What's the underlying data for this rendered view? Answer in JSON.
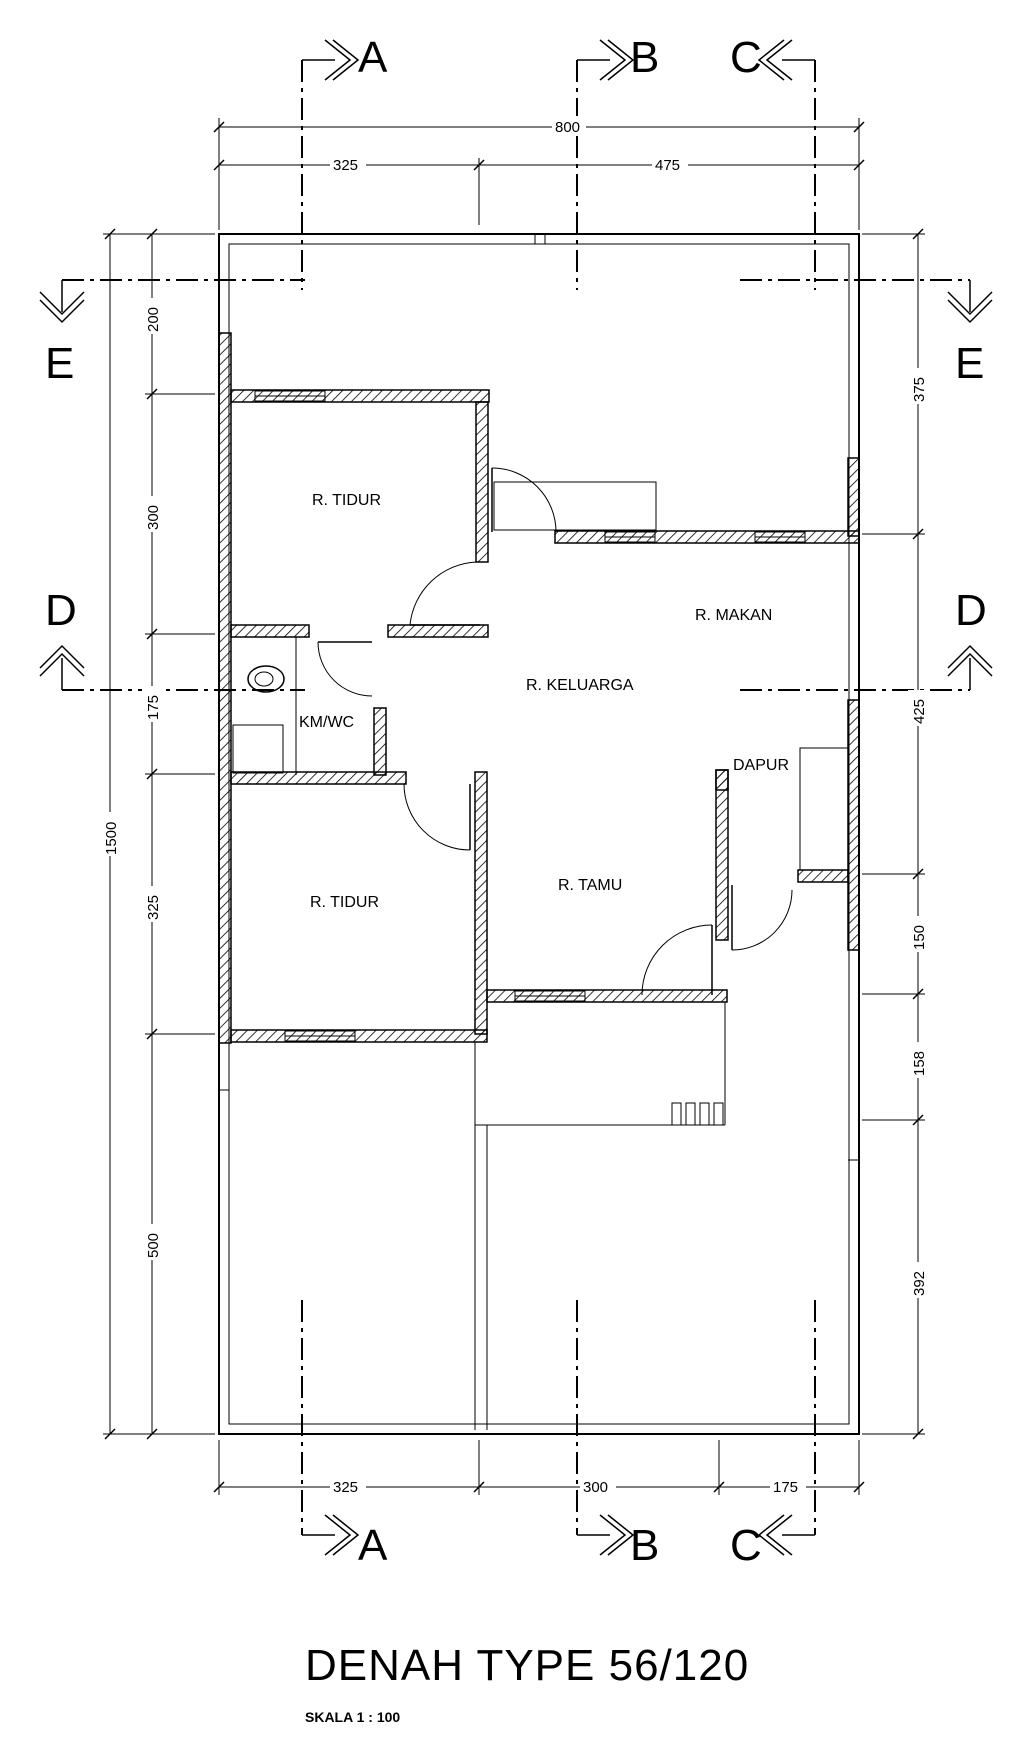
{
  "drawing": {
    "title": "DENAH TYPE 56/120",
    "scale": "SKALA 1 : 100"
  },
  "sections": {
    "A": "A",
    "B": "B",
    "C": "C",
    "D": "D",
    "E": "E"
  },
  "rooms": {
    "bedroom_top": "R. TIDUR",
    "bedroom_bottom": "R. TIDUR",
    "dining": "R. MAKAN",
    "family": "R. KELUARGA",
    "bathroom": "KM/WC",
    "kitchen": "DAPUR",
    "living": "R. TAMU"
  },
  "dimensions": {
    "top_total": "800",
    "top_left": "325",
    "top_right": "475",
    "bottom_left": "325",
    "bottom_mid": "300",
    "bottom_right": "175",
    "left_total": "1500",
    "left_1": "200",
    "left_2": "300",
    "left_3": "175",
    "left_4": "325",
    "left_5": "500",
    "right_1": "375",
    "right_2": "425",
    "right_3": "150",
    "right_4": "158",
    "right_5": "392"
  }
}
